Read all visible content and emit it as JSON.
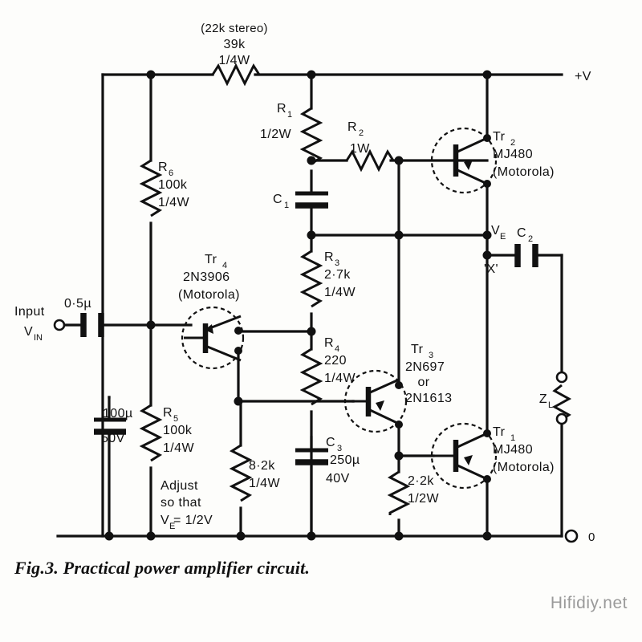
{
  "figure": {
    "caption": "Fig.3. Practical power amplifier circuit.",
    "watermark": "Hifidiy.net",
    "type": "schematic",
    "subject": "Practical power amplifier circuit"
  },
  "terminals": {
    "supply_positive": "+V",
    "ground": "0",
    "input_label": "Input",
    "input_signal": "V",
    "input_signal_sub": "IN",
    "node_x": "'X'",
    "node_ve": "V",
    "node_ve_sub": "E",
    "load": "Z",
    "load_sub": "L"
  },
  "components": {
    "r_bias_top": {
      "name": "",
      "note": "(22k stereo)",
      "value": "39k",
      "power": "1/4W"
    },
    "r1": {
      "name": "R",
      "sub": "1",
      "value": "",
      "power": "1/2W"
    },
    "r2": {
      "name": "R",
      "sub": "2",
      "value": "",
      "power": "1W"
    },
    "r3": {
      "name": "R",
      "sub": "3",
      "value": "2·7k",
      "power": "1/4W"
    },
    "r4": {
      "name": "R",
      "sub": "4",
      "value": "220",
      "power": "1/4W"
    },
    "r5": {
      "name": "R",
      "sub": "5",
      "value": "100k",
      "power": "1/4W"
    },
    "r6": {
      "name": "R",
      "sub": "6",
      "value": "100k",
      "power": "1/4W"
    },
    "r_82k": {
      "name": "",
      "value": "8·2k",
      "power": "1/4W"
    },
    "r_22k": {
      "name": "",
      "value": "2·2k",
      "power": "1/2W"
    },
    "c_input": {
      "name": "",
      "value": "0·5µ",
      "power": ""
    },
    "c1": {
      "name": "C",
      "sub": "1",
      "value": "",
      "power": ""
    },
    "c2": {
      "name": "C",
      "sub": "2",
      "value": "",
      "power": ""
    },
    "c3": {
      "name": "C",
      "sub": "3",
      "value": "250µ",
      "power": "40V"
    },
    "c_100u": {
      "name": "",
      "value": "100µ",
      "power": "50V"
    }
  },
  "transistors": {
    "tr1": {
      "name": "Tr",
      "sub": "1",
      "part": "MJ480",
      "maker": "(Motorola)"
    },
    "tr2": {
      "name": "Tr",
      "sub": "2",
      "part": "MJ480",
      "maker": "(Motorola)"
    },
    "tr3": {
      "name": "Tr",
      "sub": "3",
      "part": "2N697",
      "alt_word": "or",
      "alt_part": "2N1613"
    },
    "tr4": {
      "name": "Tr",
      "sub": "4",
      "part": "2N3906",
      "maker": "(Motorola)"
    }
  },
  "notes": {
    "adjust_line1": "Adjust",
    "adjust_line2": "so that",
    "adjust_line3": "V",
    "adjust_line3_sub": "E",
    "adjust_line3_rest": "= 1/2V"
  },
  "colors": {
    "ink": "#111111",
    "paper": "#fdfdfb",
    "watermark": "#9a9a9a"
  }
}
